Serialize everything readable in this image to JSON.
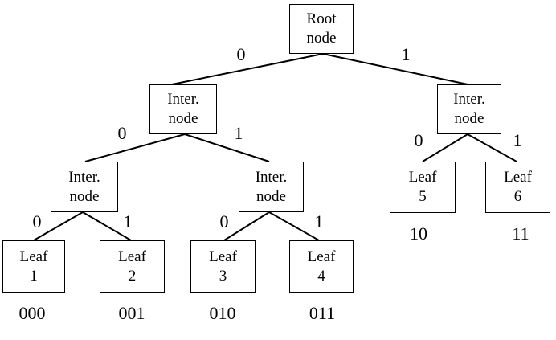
{
  "nodes": {
    "root": [
      "Root",
      "node"
    ],
    "inter_l": [
      "Inter.",
      "node"
    ],
    "inter_r": [
      "Inter.",
      "node"
    ],
    "inter_ll": [
      "Inter.",
      "node"
    ],
    "inter_lr": [
      "Inter.",
      "node"
    ],
    "leaf1": [
      "Leaf",
      "1"
    ],
    "leaf2": [
      "Leaf",
      "2"
    ],
    "leaf3": [
      "Leaf",
      "3"
    ],
    "leaf4": [
      "Leaf",
      "4"
    ],
    "leaf5": [
      "Leaf",
      "5"
    ],
    "leaf6": [
      "Leaf",
      "6"
    ]
  },
  "edge_labels": {
    "root_l": "0",
    "root_r": "1",
    "inter_l_l": "0",
    "inter_l_r": "1",
    "inter_r_l": "0",
    "inter_r_r": "1",
    "inter_ll_l": "0",
    "inter_ll_r": "1",
    "inter_lr_l": "0",
    "inter_lr_r": "1"
  },
  "codes": {
    "leaf1": "000",
    "leaf2": "001",
    "leaf3": "010",
    "leaf4": "011",
    "leaf5": "10",
    "leaf6": "11"
  },
  "colors": {
    "stroke": "#000000",
    "background": "#ffffff"
  }
}
